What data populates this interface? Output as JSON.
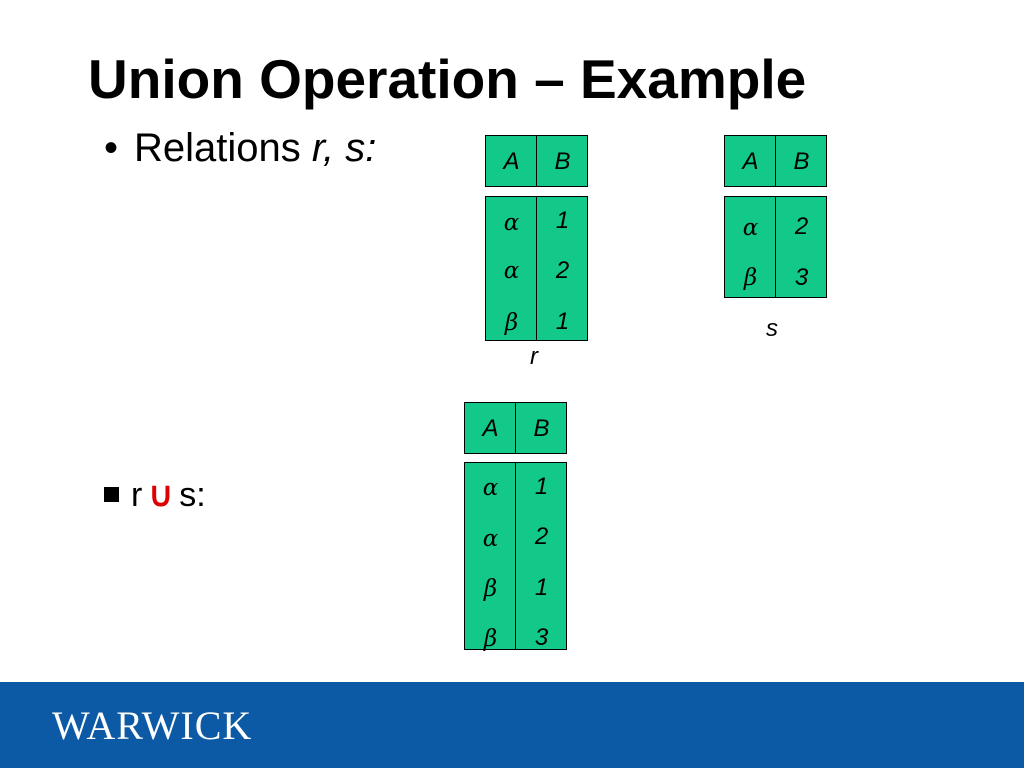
{
  "title": "Union Operation – Example",
  "bullet_relations": {
    "marker": "•",
    "text": "Relations ",
    "vars": "r, s:"
  },
  "bullet_union": {
    "lhs": "r",
    "op": "∪",
    "rhs": "s:"
  },
  "relation_r": {
    "name": "r",
    "headers": [
      "A",
      "B"
    ],
    "rows": [
      [
        "α",
        "1"
      ],
      [
        "α",
        "2"
      ],
      [
        "β",
        "1"
      ]
    ]
  },
  "relation_s": {
    "name": "s",
    "headers": [
      "A",
      "B"
    ],
    "rows": [
      [
        "α",
        "2"
      ],
      [
        "β",
        "3"
      ]
    ]
  },
  "relation_union": {
    "headers": [
      "A",
      "B"
    ],
    "rows": [
      [
        "α",
        "1"
      ],
      [
        "α",
        "2"
      ],
      [
        "β",
        "1"
      ],
      [
        "β",
        "3"
      ]
    ]
  },
  "footer": {
    "logo_text": "WARWICK",
    "background": "#0c5aa5"
  },
  "colors": {
    "table_fill": "#12c98a",
    "union_symbol": "#e00000"
  }
}
